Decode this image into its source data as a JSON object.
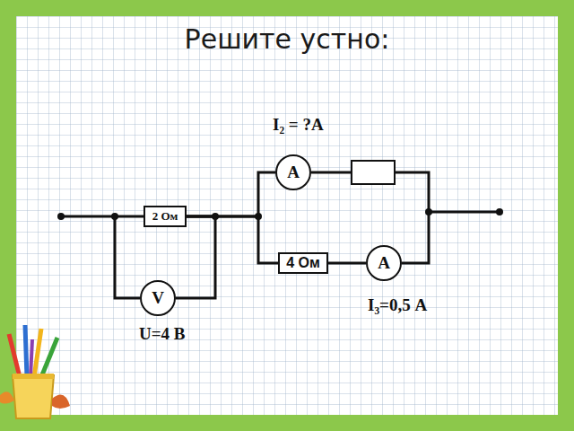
{
  "diagram": {
    "title": "Решите устно:",
    "nodes": [
      {
        "text": [
          "A"
        ]
      },
      {
        "text": [
          "2 Ом"
        ]
      },
      {
        "text": [
          "4 Ом"
        ]
      },
      {
        "text": [
          "A"
        ]
      },
      {
        "text": [
          "V"
        ]
      }
    ],
    "edges": [
      {
        "from": 1,
        "to": 0,
        "arrow": "none"
      },
      {
        "from": 1,
        "to": 2,
        "arrow": "none"
      },
      {
        "from": 2,
        "to": 3,
        "arrow": "none"
      },
      {
        "from": 4,
        "to": 1,
        "arrow": "none"
      },
      {
        "from": 4,
        "to": 1,
        "arrow": "none"
      }
    ],
    "labels": [
      "I₂ = ?А",
      "I₃=0,5 А",
      "U=4 В"
    ]
  }
}
